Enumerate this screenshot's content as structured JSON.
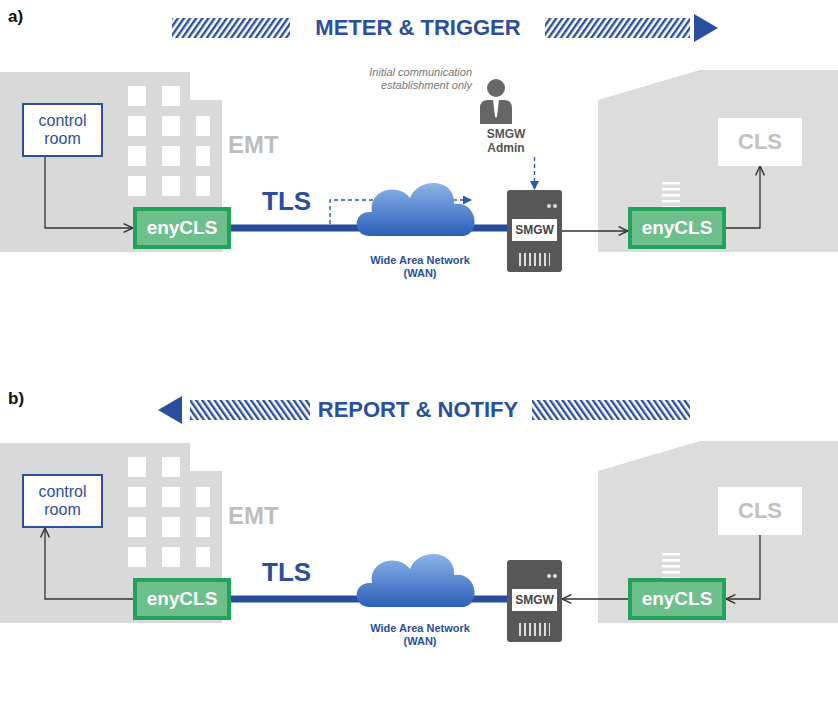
{
  "diagram": {
    "nodes": [
      {
        "text": [
          "control room"
        ]
      },
      {
        "text": [
          "enyCLS"
        ]
      },
      {
        "text": [
          "SMGW Admin"
        ]
      },
      {
        "text": [
          "SMGW"
        ]
      },
      {
        "text": [
          "enyCLS"
        ]
      },
      {
        "text": [
          "CLS"
        ]
      },
      {
        "text": [
          "control room"
        ]
      },
      {
        "text": [
          "enyCLS"
        ]
      },
      {
        "text": [
          "SMGW"
        ]
      },
      {
        "text": [
          "enyCLS"
        ]
      },
      {
        "text": [
          "CLS"
        ]
      }
    ],
    "edges": [
      {
        "from": 0,
        "to": 1,
        "arrow": "to"
      },
      {
        "from": 1,
        "to": 3,
        "label": "TLS",
        "arrow": "none"
      },
      {
        "from": 2,
        "to": 3,
        "arrow": "to"
      },
      {
        "from": 3,
        "to": 4,
        "arrow": "to"
      },
      {
        "from": 4,
        "to": 5,
        "arrow": "to"
      },
      {
        "from": 7,
        "to": 6,
        "arrow": "to"
      },
      {
        "from": 7,
        "to": 8,
        "label": "TLS",
        "arrow": "none"
      },
      {
        "from": 9,
        "to": 8,
        "arrow": "to"
      },
      {
        "from": 10,
        "to": 9,
        "arrow": "to"
      }
    ],
    "labels": [
      "a)",
      "METER & TRIGGER",
      "EMT",
      "Initial communication establishment only",
      "Wide Area Network (WAN)",
      "b)",
      "REPORT & NOTIFY",
      "EMT",
      "Wide Area Network (WAN)"
    ]
  }
}
